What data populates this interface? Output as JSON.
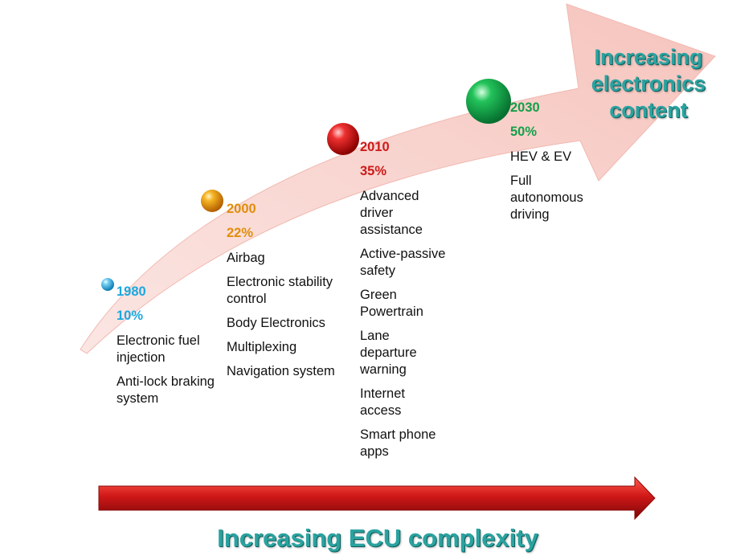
{
  "colors": {
    "arrow_fill": "#f9d2cd",
    "teal_text": "#2aa3a0",
    "red_arrow": "#d01818",
    "m1980": "#1aa8e0",
    "m2000": "#e08e0b",
    "m2010": "#cc1a1a",
    "m2030": "#13a04a"
  },
  "headline_top": "Increasing electronics content",
  "headline_bottom": "Increasing ECU complexity",
  "milestones": [
    {
      "year": "1980",
      "percent": "10%",
      "items": [
        "Electronic fuel injection",
        "Anti-lock braking system"
      ]
    },
    {
      "year": "2000",
      "percent": "22%",
      "items": [
        "Airbag",
        "Electronic stability control",
        "Body Electronics",
        "Multiplexing",
        "Navigation system"
      ]
    },
    {
      "year": "2010",
      "percent": "35%",
      "items": [
        "Advanced driver assistance",
        "Active-passive safety",
        "Green Powertrain",
        "Lane departure warning",
        "Internet access",
        "Smart phone apps"
      ]
    },
    {
      "year": "2030",
      "percent": "50%",
      "items": [
        "HEV & EV",
        "Full autonomous driving"
      ]
    }
  ]
}
